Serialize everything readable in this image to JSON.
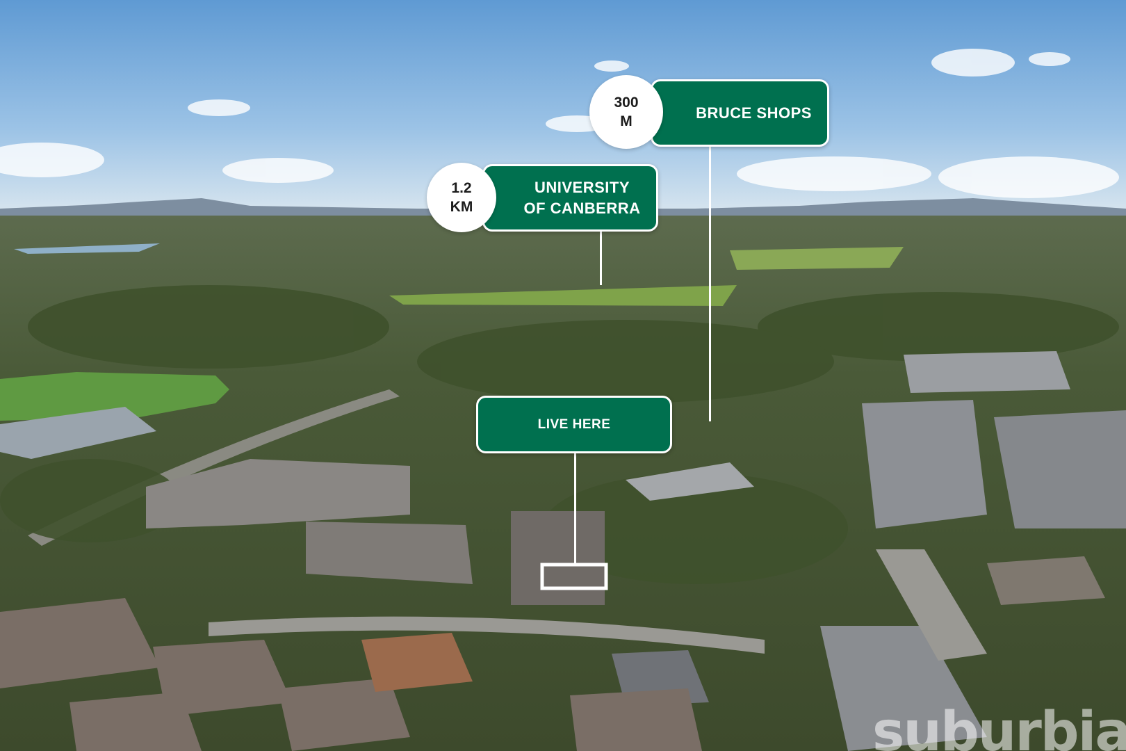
{
  "callouts": {
    "bruce_shops": {
      "distance": "300\nM",
      "label": "BRUCE SHOPS"
    },
    "university": {
      "distance": "1.2\nKM",
      "label": "UNIVERSITY\nOF CANBERRA"
    },
    "live_here": {
      "label": "LIVE HERE"
    }
  },
  "watermark": {
    "text": "suburbia"
  },
  "colors": {
    "accent": "#00704f",
    "sky": "#6fa6d8"
  }
}
